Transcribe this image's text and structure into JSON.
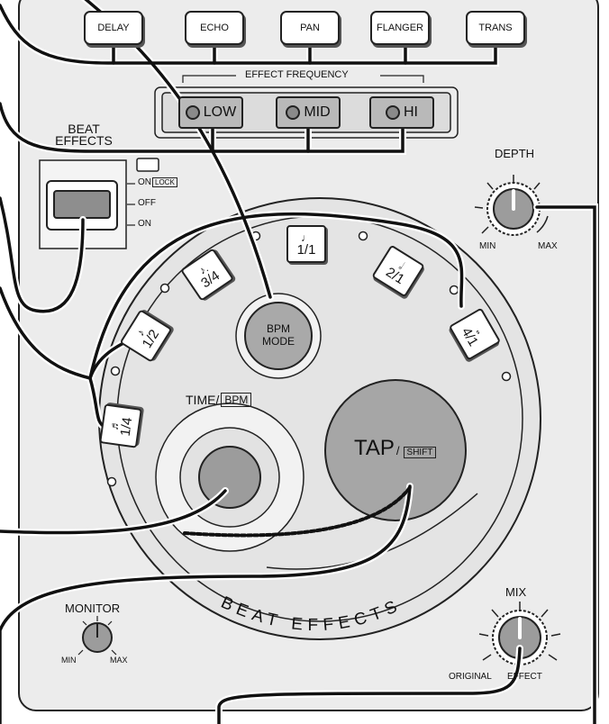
{
  "effect_buttons": [
    {
      "id": "delay",
      "label": "DELAY"
    },
    {
      "id": "echo",
      "label": "ECHO"
    },
    {
      "id": "pan",
      "label": "PAN"
    },
    {
      "id": "flanger",
      "label": "FLANGER"
    },
    {
      "id": "trans",
      "label": "TRANS"
    }
  ],
  "effect_frequency": {
    "label": "EFFECT FREQUENCY",
    "buttons": [
      {
        "id": "low",
        "label": "LOW"
      },
      {
        "id": "mid",
        "label": "MID"
      },
      {
        "id": "hi",
        "label": "HI"
      }
    ]
  },
  "beat_effects_switch": {
    "title": "BEAT EFFECTS",
    "positions": [
      "ON",
      "OFF",
      "ON"
    ],
    "lock_label": "LOCK"
  },
  "depth": {
    "label": "DEPTH",
    "min": "MIN",
    "max": "MAX"
  },
  "beat_buttons": [
    {
      "id": "1-4",
      "label": "1/4",
      "note": "♬"
    },
    {
      "id": "1-2",
      "label": "1/2",
      "note": "♪"
    },
    {
      "id": "3-4",
      "label": "3/4",
      "note": "♪."
    },
    {
      "id": "1-1",
      "label": "1/1",
      "note": "♩"
    },
    {
      "id": "2-1",
      "label": "2/1",
      "note": "𝅗𝅥"
    },
    {
      "id": "4-1",
      "label": "4/1",
      "note": "𝅝"
    }
  ],
  "bpm_mode": {
    "line1": "BPM",
    "line2": "MODE"
  },
  "time_bpm": {
    "time": "TIME/",
    "bpm": "BPM"
  },
  "tap": {
    "label": "TAP",
    "shift": "SHIFT",
    "slash": "/"
  },
  "ring_label": "BEAT EFFECTS",
  "monitor": {
    "label": "MONITOR",
    "min": "MIN",
    "max": "MAX"
  },
  "mix": {
    "label": "MIX",
    "left": "ORIGINAL",
    "right": "EFFECT"
  }
}
